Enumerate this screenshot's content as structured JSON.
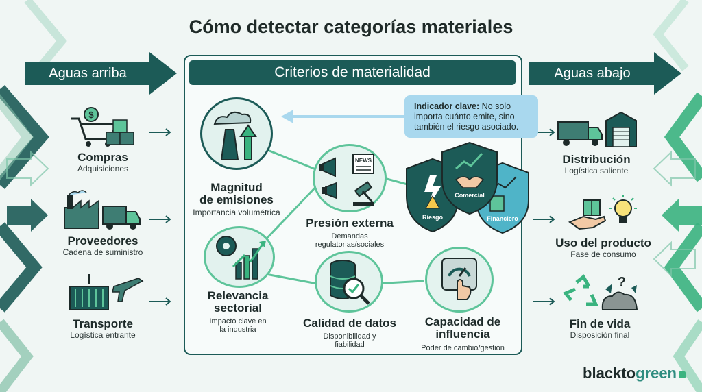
{
  "title": "Cómo detectar categorías materiales",
  "upstream": {
    "label": "Aguas arriba",
    "items": [
      {
        "title": "Compras",
        "subtitle": "Adquisiciones"
      },
      {
        "title": "Proveedores",
        "subtitle": "Cadena de suministro"
      },
      {
        "title": "Transporte",
        "subtitle": "Logística entrante"
      }
    ]
  },
  "criteria": {
    "label": "Criterios de materialidad",
    "items": [
      {
        "title_1": "Magnitud",
        "title_2": "de emisiones",
        "subtitle": "Importancia volumétrica"
      },
      {
        "title": "Presión externa",
        "subtitle_1": "Demandas",
        "subtitle_2": "regulatorias/sociales"
      },
      {
        "title_1": "Relevancia",
        "title_2": "sectorial",
        "subtitle_1": "Impacto clave en",
        "subtitle_2": "la industria"
      },
      {
        "title": "Calidad de datos",
        "subtitle_1": "Disponibilidad y",
        "subtitle_2": "fiabilidad"
      },
      {
        "title_1": "Capacidad de",
        "title_2": "influencia",
        "subtitle": "Poder de cambio/gestión"
      }
    ],
    "shields": [
      "Riesgo",
      "Comercial",
      "Financiero"
    ],
    "news_label": "NEWS"
  },
  "callout": {
    "bold": "Indicador clave:",
    "text_1": " No solo",
    "text_2": "importa cuánto emite, sino",
    "text_3": "también el riesgo asociado."
  },
  "downstream": {
    "label": "Aguas abajo",
    "items": [
      {
        "title": "Distribución",
        "subtitle": "Logística saliente"
      },
      {
        "title": "Uso del producto",
        "subtitle": "Fase de consumo"
      },
      {
        "title": "Fin de vida",
        "subtitle": "Disposición final"
      }
    ]
  },
  "logo": {
    "part1": "blackto",
    "part2": "green"
  },
  "colors": {
    "primary": "#1c5b57",
    "accent": "#5ec49a",
    "callout": "#a9d8ee"
  }
}
